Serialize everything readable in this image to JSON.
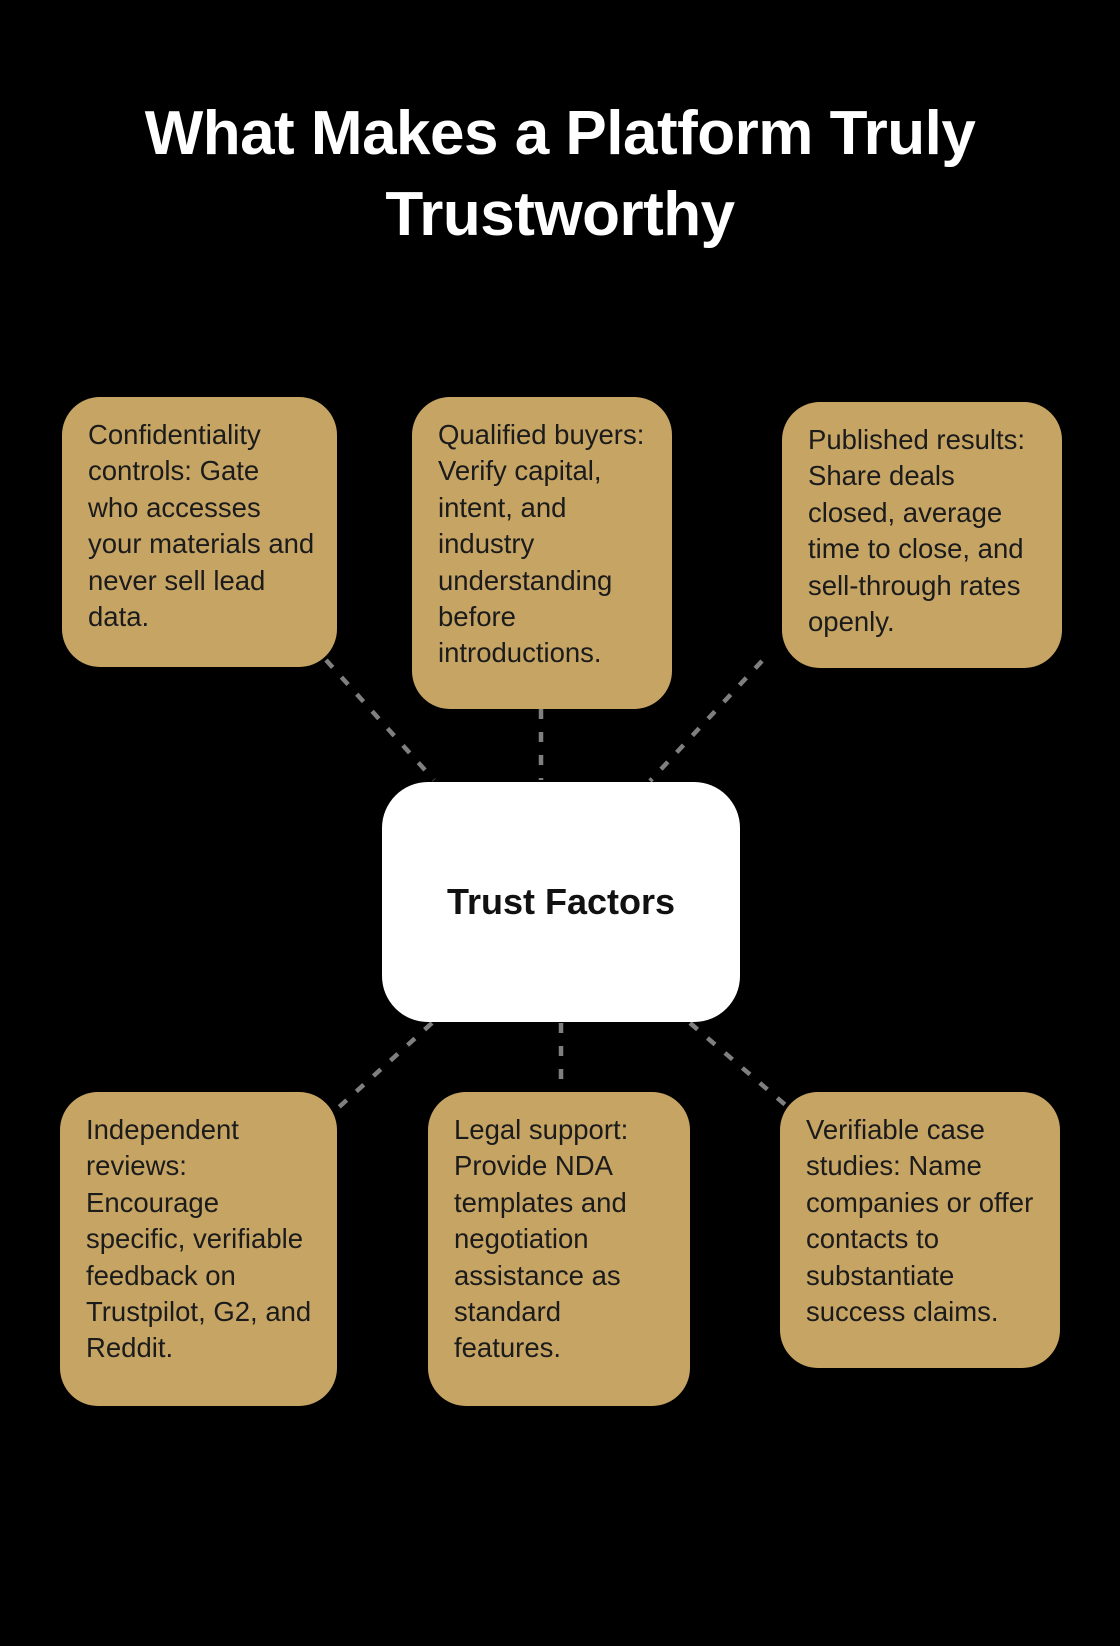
{
  "title": "What Makes a Platform Truly Trustworthy",
  "center": {
    "label": "Trust Factors"
  },
  "nodes": [
    {
      "id": "confidentiality-controls",
      "position": "top-left",
      "text": "Confidentiality controls: Gate who accesses your materials and never sell lead data."
    },
    {
      "id": "qualified-buyers",
      "position": "top-center",
      "text": "Qualified buyers: Verify capital, intent, and industry understanding before introductions."
    },
    {
      "id": "published-results",
      "position": "top-right",
      "text": "Published results: Share deals closed, average time to close, and sell-through rates openly."
    },
    {
      "id": "independent-reviews",
      "position": "bottom-left",
      "text": "Independent reviews: Encourage specific, verifiable feedback on Trustpilot, G2, and Reddit."
    },
    {
      "id": "legal-support",
      "position": "bottom-center",
      "text": "Legal support: Provide NDA templates and negotiation assistance as standard features."
    },
    {
      "id": "verifiable-case-studies",
      "position": "bottom-right",
      "text": "Verifiable case studies: Name companies or offer contacts to substantiate success claims."
    }
  ],
  "connections": [
    {
      "from": "confidentiality-controls",
      "to": "center"
    },
    {
      "from": "qualified-buyers",
      "to": "center"
    },
    {
      "from": "published-results",
      "to": "center"
    },
    {
      "from": "center",
      "to": "independent-reviews"
    },
    {
      "from": "center",
      "to": "legal-support"
    },
    {
      "from": "center",
      "to": "verifiable-case-studies"
    }
  ],
  "colors": {
    "background": "#000000",
    "node_fill": "#C6A464",
    "node_text": "#1B1B1B",
    "center_fill": "#FFFFFF",
    "center_text": "#111111",
    "connector": "#7F7F7F",
    "title_text": "#FFFFFF"
  }
}
